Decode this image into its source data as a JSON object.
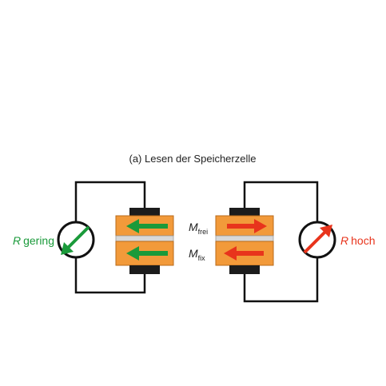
{
  "title": "(a) Lesen der Speicherzelle",
  "left": {
    "r_symbol": "R",
    "r_label": "gering",
    "color": "#1a9a3a"
  },
  "right": {
    "r_symbol": "R",
    "r_label": "hoch",
    "color": "#e8341c"
  },
  "labels": {
    "m_symbol": "M",
    "m_free_sub": "frei",
    "m_fix_sub": "fix"
  },
  "colors": {
    "wire": "#111111",
    "layer_fill": "#f29a3a",
    "layer_stroke": "#b86a1a",
    "contact": "#1c1c1c",
    "barrier": "#d8d8d8"
  }
}
